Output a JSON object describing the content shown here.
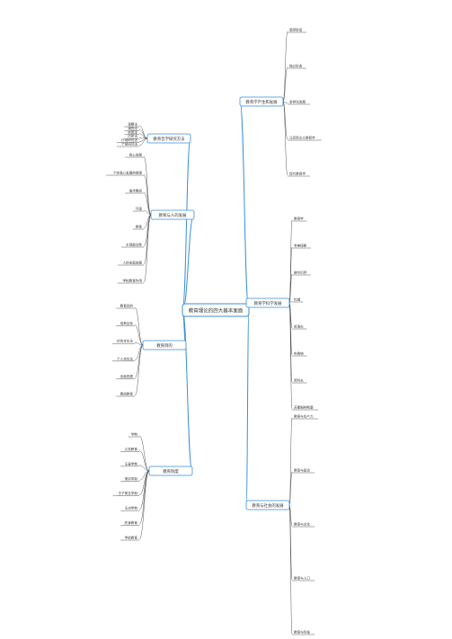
{
  "root": {
    "label": "教育理论的四大基本面面"
  },
  "colors": {
    "branch": "#3a8fd9",
    "line": "#2b2b2b",
    "text": "#333333",
    "rootFill": "#ffffff"
  },
  "branches": [
    {
      "id": "b1",
      "label": "教育哲学研究方法"
    },
    {
      "id": "b2",
      "label": "教育与人的发展"
    },
    {
      "id": "b3",
      "label": "教育目的"
    },
    {
      "id": "b4",
      "label": "教育制度"
    },
    {
      "id": "b5",
      "label": "教育学产生和发展"
    },
    {
      "id": "b6",
      "label": "教育学科学发展"
    },
    {
      "id": "b7",
      "label": "教育与社会的发展"
    }
  ],
  "leaves": {
    "b1": [
      "观察法",
      "调查法",
      "实验法",
      "历史法",
      "行动研究法",
      "个案研究法"
    ],
    "b2": [
      "身心发展",
      "个体身心发展的规律",
      "遗传素质",
      "环境",
      "教育",
      "主观能动性",
      "人的全面发展",
      "学校教育作用"
    ],
    "b3": [
      "教育目的",
      "培养目标",
      "社会本位论",
      "个人本位论",
      "全面发展",
      "素质教育"
    ],
    "b4": [
      "学制",
      "义务教育",
      "壬寅学制",
      "癸卯学制",
      "壬子癸丑学制",
      "壬戌学制",
      "终身教育",
      "学前教育"
    ],
    "b5": [
      "萌芽阶段",
      "独立形态",
      "多样化发展",
      "马克思主义教育学",
      "现代教育学"
    ],
    "b6": [
      "教育学",
      "夸美纽斯",
      "赫尔巴特",
      "杜威",
      "凯洛夫",
      "布鲁纳",
      "赞科夫",
      "苏霍姆林斯基"
    ],
    "b7": [
      "教育与生产力",
      "教育与政治",
      "教育与文化",
      "教育与人口",
      "教育与科技"
    ]
  }
}
